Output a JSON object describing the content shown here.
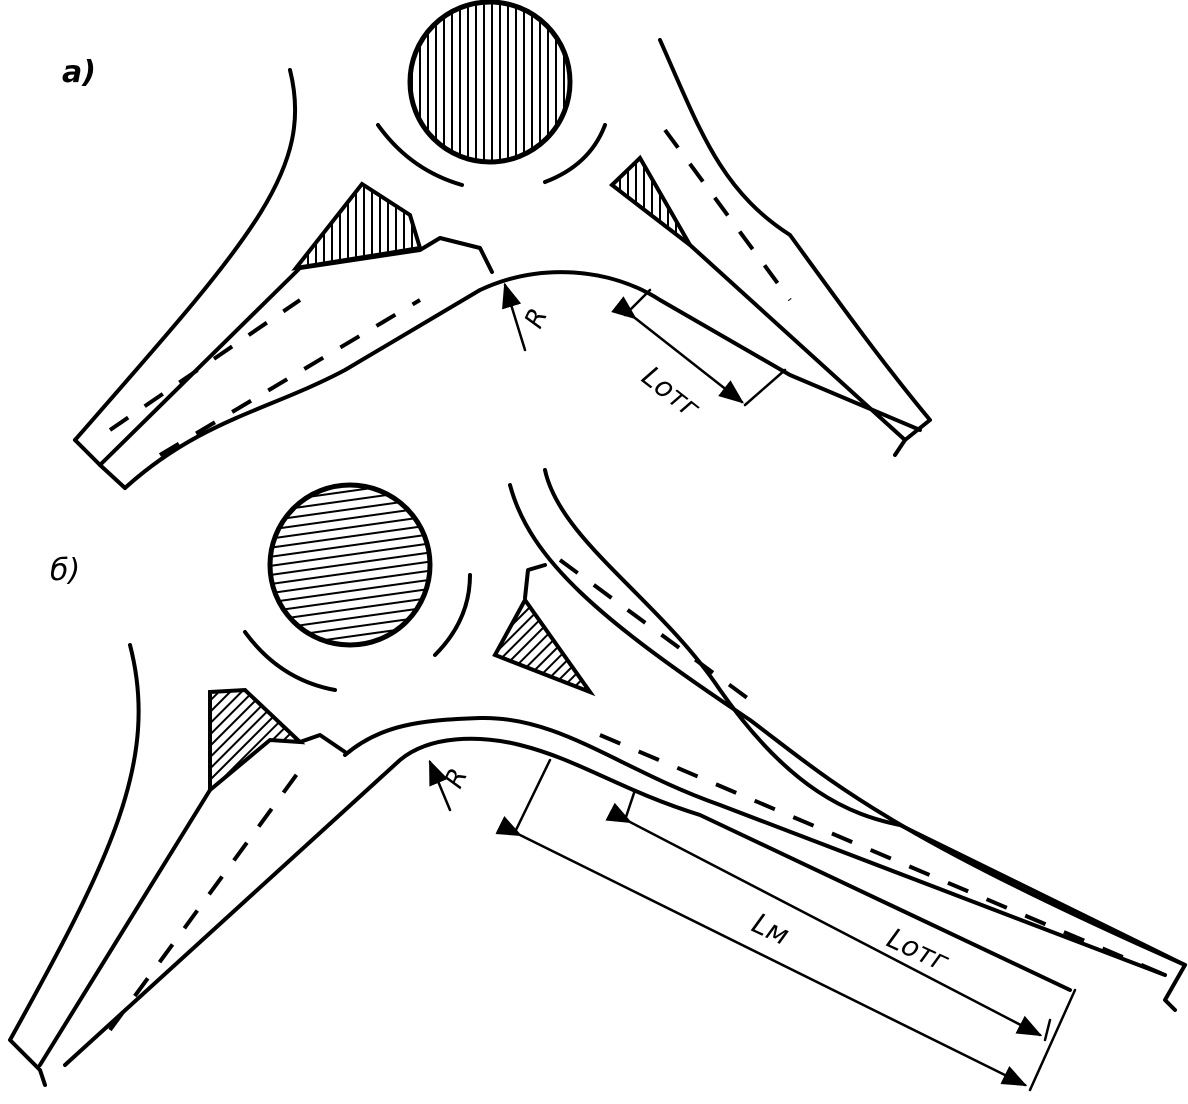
{
  "panel_a": {
    "label": "а)",
    "radius_label": "R",
    "length_label": "Lотг"
  },
  "panel_b": {
    "label": "б)",
    "radius_label": "R",
    "merge_length_label": "Lм",
    "length_label": "Lотг"
  }
}
